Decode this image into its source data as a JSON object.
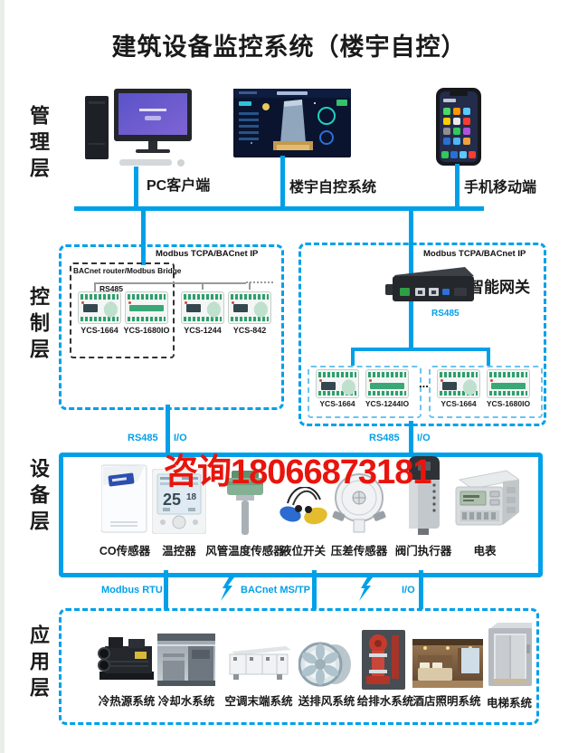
{
  "title": "建筑设备监控系统（楼宇自控）",
  "watermark": "咨询18066873181",
  "colors": {
    "line": "#00a0e9",
    "watermark": "#e8150d"
  },
  "management": {
    "label": "管理层",
    "items": [
      "PC客户端",
      "楼宇自控系统",
      "手机移动端"
    ]
  },
  "control": {
    "label": "控制层",
    "left_box": {
      "protocol": "Modbus TCPA/BACnet IP",
      "bridge": "BACnet router/Modbus Bridge",
      "bus": "RS485",
      "controllers": [
        "YCS-1664",
        "YCS-1680IO",
        "YCS-1244",
        "YCS-842"
      ]
    },
    "right_box": {
      "protocol": "Modbus TCPA/BACnet IP",
      "gateway": "智能网关",
      "bus": "RS485",
      "ellipsis": "...",
      "groups": [
        [
          "YCS-1664",
          "YCS-1244IO"
        ],
        [
          "YCS-1664",
          "YCS-1680IO"
        ]
      ]
    },
    "left_link": {
      "bus": "RS485",
      "io": "I/O"
    },
    "right_link": {
      "bus": "RS485",
      "io": "I/O"
    }
  },
  "device": {
    "label": "设备层",
    "items": [
      "CO传感器",
      "温控器",
      "风管温度传感器",
      "液位开关",
      "压差传感器",
      "阀门执行器",
      "电表"
    ],
    "thermostat": {
      "big": "25",
      "small": "18"
    }
  },
  "links": [
    "Modbus RTU",
    "BACnet MS/TP",
    "I/O"
  ],
  "application": {
    "label": "应用层",
    "items": [
      "冷热源系统",
      "冷却水系统",
      "空调末端系统",
      "送排风系统",
      "给排水系统",
      "酒店照明系统",
      "电梯系统"
    ]
  }
}
